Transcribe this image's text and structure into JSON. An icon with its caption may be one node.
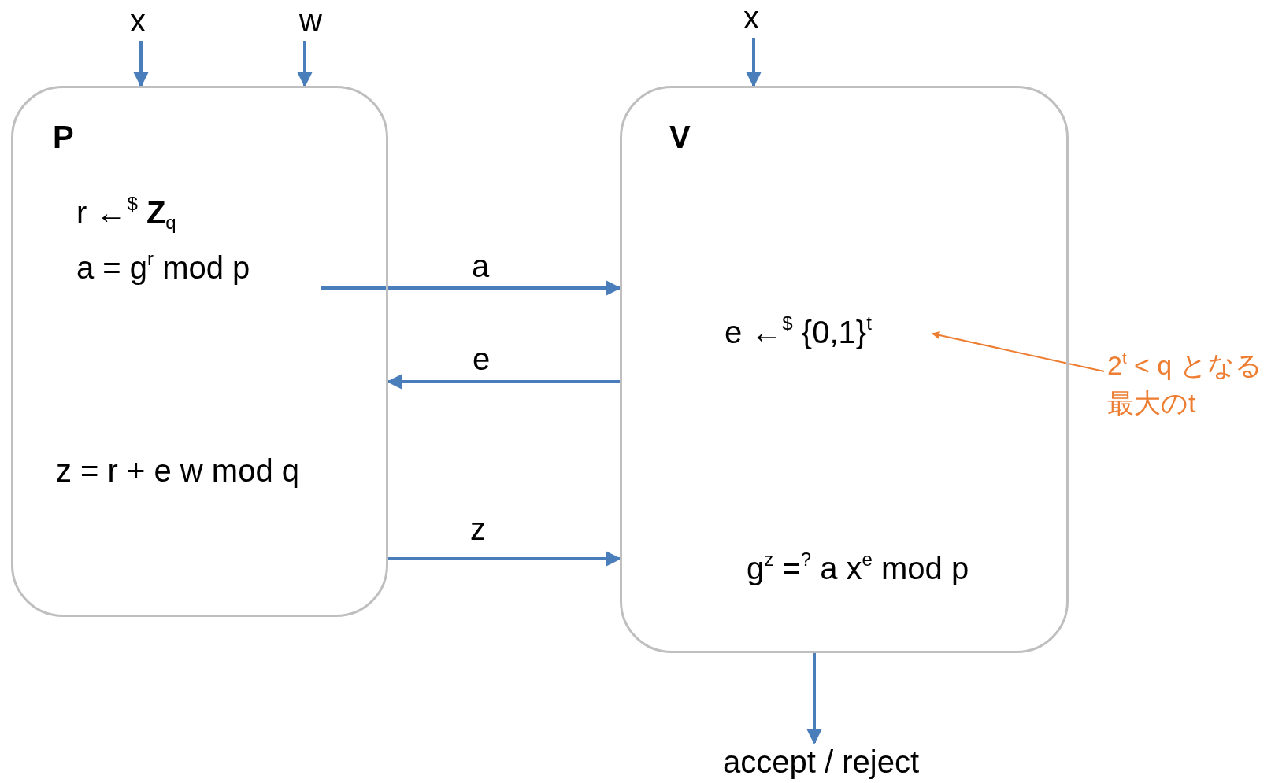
{
  "diagram": {
    "nodes": [
      {
        "text": [
          "x"
        ]
      },
      {
        "text": [
          "w"
        ]
      },
      {
        "text": [
          "x"
        ]
      },
      {
        "text": [
          "P"
        ]
      },
      {
        "text": [
          "r ←$^{$}$ **Z**$_{q}$"
        ],
        "in": 3
      },
      {
        "text": [
          "a = g$^{r}$ mod p"
        ],
        "in": 3
      },
      {
        "text": [
          "z = r + e w mod q"
        ],
        "in": 3
      },
      {
        "text": [
          "V"
        ]
      },
      {
        "text": [
          "e ←$^{$}$ {0,1}$^{t}$"
        ],
        "in": 7
      },
      {
        "text": [
          "g$^{z}$ =$^{?}$ a x$^{e}$ mod p"
        ],
        "in": 7
      },
      {
        "text": [
          "2$^{t}$ < q となる最大のt"
        ]
      },
      {
        "text": [
          "accept / reject"
        ]
      }
    ],
    "edges": [
      {
        "from": 0,
        "to": 3,
        "arrow": "to"
      },
      {
        "from": 1,
        "to": 3,
        "arrow": "to"
      },
      {
        "from": 2,
        "to": 7,
        "arrow": "to"
      },
      {
        "from": 5,
        "to": 7,
        "arrow": "to",
        "label": "a"
      },
      {
        "from": 7,
        "to": 3,
        "arrow": "to",
        "label": "e"
      },
      {
        "from": 3,
        "to": 7,
        "arrow": "to",
        "label": "z"
      },
      {
        "from": 7,
        "to": 11,
        "arrow": "to"
      },
      {
        "from": 10,
        "to": 8,
        "arrow": "to",
        "color": "#ed7d31"
      }
    ]
  }
}
